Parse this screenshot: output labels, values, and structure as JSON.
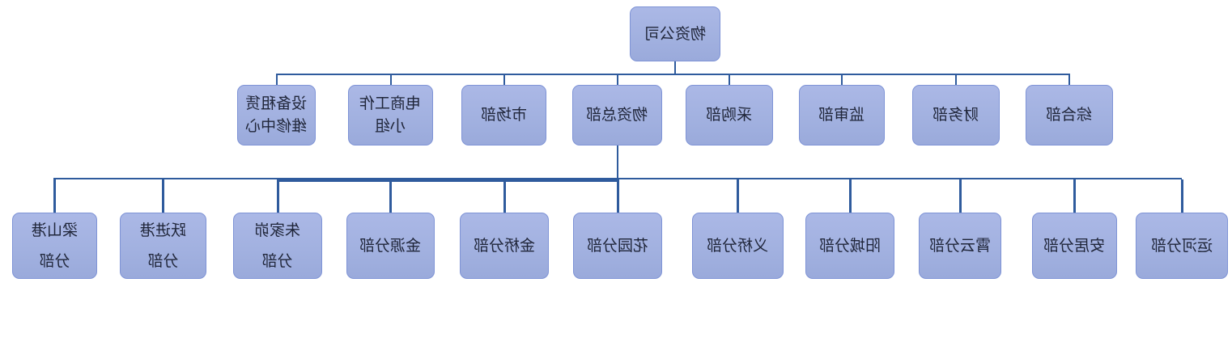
{
  "org_chart": {
    "type": "org-tree",
    "text_mirrored": true,
    "root": {
      "label": "物资公司"
    },
    "level2": [
      {
        "label": "设备租赁\n维修中心"
      },
      {
        "label": "电商工作\n小组"
      },
      {
        "label": "市场部"
      },
      {
        "label": "物资总部"
      },
      {
        "label": "采购部"
      },
      {
        "label": "监审部"
      },
      {
        "label": "财务部"
      },
      {
        "label": "综合部"
      }
    ],
    "level3_parent": "物资总部",
    "level3": [
      {
        "label": "梁山港\n分部"
      },
      {
        "label": "跃进港\n分部"
      },
      {
        "label": "朱家峁\n分部"
      },
      {
        "label": "金源分部"
      },
      {
        "label": "金桥分部"
      },
      {
        "label": "花园分部"
      },
      {
        "label": "义桥分部"
      },
      {
        "label": "阳城分部"
      },
      {
        "label": "霄云分部"
      },
      {
        "label": "安居分部"
      },
      {
        "label": "运河分部"
      }
    ],
    "colors": {
      "node_fill": "#a2b1e0",
      "node_border": "#7e93d6",
      "connector": "#2f5b9d",
      "text": "#20263a"
    }
  }
}
